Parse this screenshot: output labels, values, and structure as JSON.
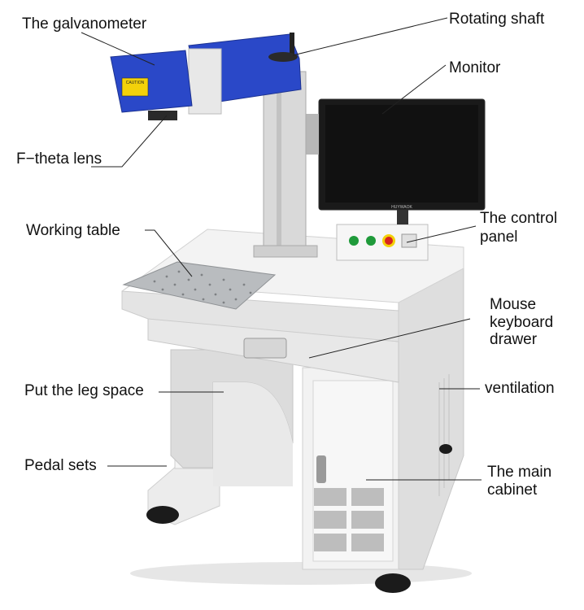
{
  "labels": {
    "galvanometer": "The galvanometer",
    "rotating_shaft": "Rotating shaft",
    "monitor": "Monitor",
    "ftheta_lens": "F−theta lens",
    "working_table": "Working table",
    "control_panel_1": "The control",
    "control_panel_2": "panel",
    "mouse_1": "Mouse",
    "mouse_2": "keyboard",
    "mouse_3": "drawer",
    "ventilation": "ventilation",
    "leg_space": "Put the leg space",
    "pedal_sets": "Pedal sets",
    "cabinet_1": "The main",
    "cabinet_2": "cabinet"
  },
  "device_text": {
    "caution": "CAUTION",
    "monitor_brand": "HUYWAOK"
  },
  "colors": {
    "galvo_blue": "#2a48c8",
    "body_white": "#efefef",
    "table_gray": "#b9bcbf",
    "screen": "#1a1a1a",
    "warning_yellow": "#f3d10a",
    "button_green": "#1f9a3a",
    "button_red": "#d8241e"
  }
}
